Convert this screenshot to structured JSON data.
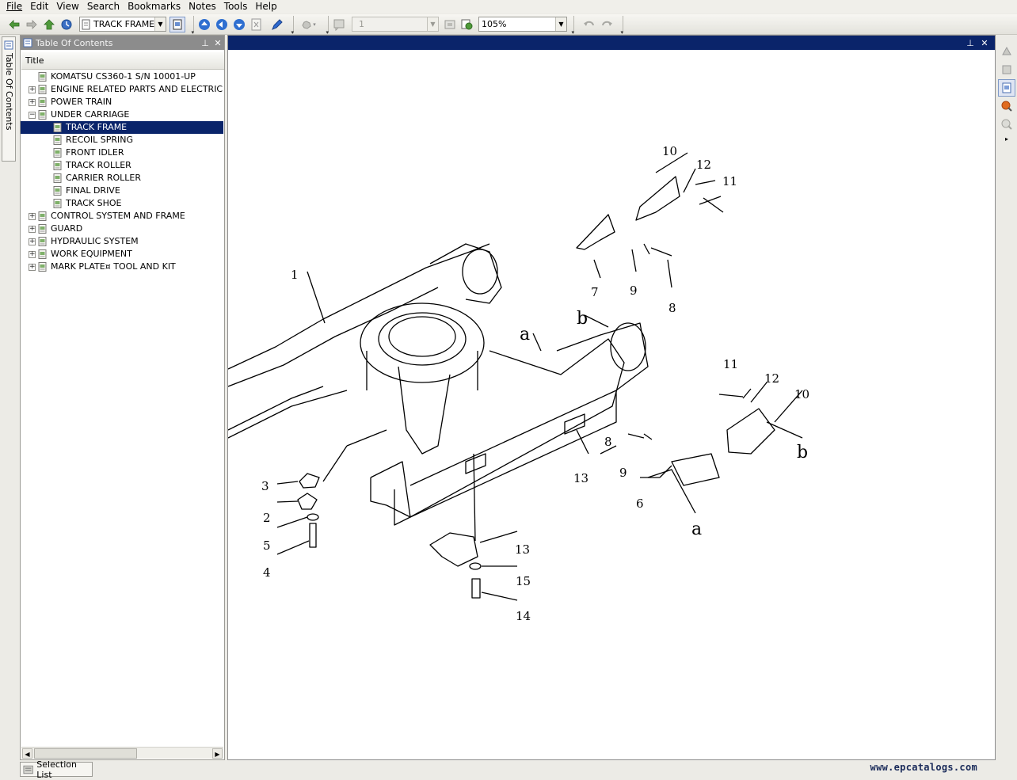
{
  "menu": [
    "File",
    "Edit",
    "View",
    "Search",
    "Bookmarks",
    "Notes",
    "Tools",
    "Help"
  ],
  "toolbar": {
    "section_combo": "TRACK FRAME",
    "page_combo": "1",
    "zoom_combo": "105%"
  },
  "left_tab": {
    "label": "Table Of Contents"
  },
  "toc": {
    "panel_title": "Table Of Contents",
    "column_header": "Title",
    "items": [
      {
        "label": "KOMATSU CS360-1 S/N 10001-UP",
        "level": 0,
        "expander": ""
      },
      {
        "label": "ENGINE RELATED PARTS AND ELECTRIC",
        "level": 0,
        "expander": "+"
      },
      {
        "label": "POWER TRAIN",
        "level": 0,
        "expander": "+"
      },
      {
        "label": "UNDER CARRIAGE",
        "level": 0,
        "expander": "−"
      },
      {
        "label": "TRACK FRAME",
        "level": 1,
        "expander": "",
        "selected": true
      },
      {
        "label": "RECOIL SPRING",
        "level": 1,
        "expander": ""
      },
      {
        "label": "FRONT IDLER",
        "level": 1,
        "expander": ""
      },
      {
        "label": "TRACK ROLLER",
        "level": 1,
        "expander": ""
      },
      {
        "label": "CARRIER ROLLER",
        "level": 1,
        "expander": ""
      },
      {
        "label": "FINAL DRIVE",
        "level": 1,
        "expander": ""
      },
      {
        "label": "TRACK SHOE",
        "level": 1,
        "expander": ""
      },
      {
        "label": "CONTROL SYSTEM AND FRAME",
        "level": 0,
        "expander": "+"
      },
      {
        "label": "GUARD",
        "level": 0,
        "expander": "+"
      },
      {
        "label": "HYDRAULIC SYSTEM",
        "level": 0,
        "expander": "+"
      },
      {
        "label": "WORK EQUIPMENT",
        "level": 0,
        "expander": "+"
      },
      {
        "label": "MARK PLATE¤ TOOL AND KIT",
        "level": 0,
        "expander": "+"
      }
    ]
  },
  "diagram": {
    "callouts": [
      "10",
      "12",
      "11",
      "7",
      "9",
      "8",
      "1",
      "b",
      "a",
      "11",
      "12",
      "10",
      "8",
      "b",
      "9",
      "13",
      "6",
      "a",
      "3",
      "2",
      "5",
      "4",
      "13",
      "15",
      "14"
    ]
  },
  "bottom": {
    "selection_tab": "Selection List",
    "watermark": "www.epcatalogs.com"
  }
}
